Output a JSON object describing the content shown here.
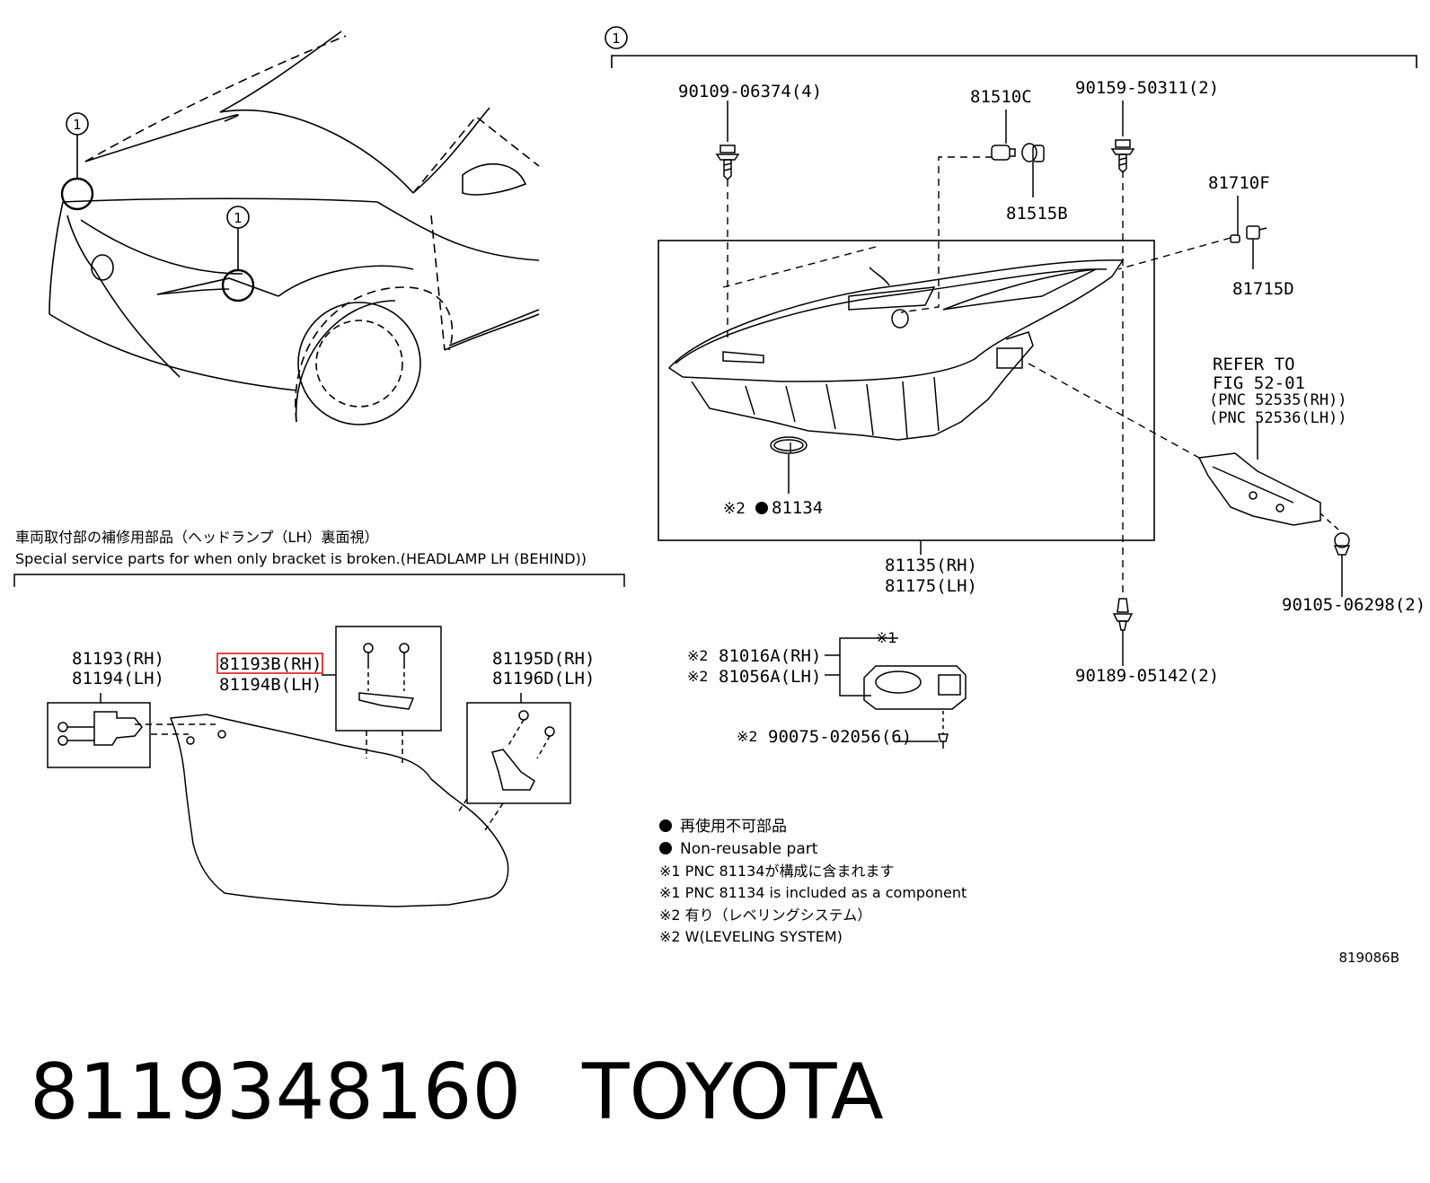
{
  "callout_numbers": {
    "main_group": "1",
    "car_upper": "1",
    "car_lower": "1"
  },
  "parts": {
    "bolt_top_left": "90109-06374(4)",
    "bulb_81510c": "81510C",
    "socket_81515b": "81515B",
    "bolt_top_right": "90159-50311(2)",
    "bulb_81710f": "81710F",
    "socket_81715d": "81715D",
    "gasket_81134_prefix": "※2",
    "gasket_81134": "81134",
    "headlamp_rh": "81135(RH)",
    "headlamp_lh": "81175(LH)",
    "bracket_refer_1": "REFER TO",
    "bracket_refer_2": "FIG 52-01",
    "bracket_refer_3": "(PNC 52535(RH))",
    "bracket_refer_4": "(PNC 52536(LH))",
    "bolt_bracket": "90105-06298(2)",
    "bolt_bottom": "90189-05142(2)",
    "actuator_note": "※1",
    "actuator_rh_prefix": "※2",
    "actuator_rh": "81016A(RH)",
    "actuator_lh_prefix": "※2",
    "actuator_lh": "81056A(LH)",
    "screw_actuator_prefix": "※2",
    "screw_actuator": "90075-02056(6)"
  },
  "service_section": {
    "title_jp": "車両取付部の補修用部品（ヘッドランプ（LH）裏面視）",
    "title_en": "Special service parts for when only bracket is broken.(HEADLAMP LH (BEHIND))",
    "part_a_rh": "81193(RH)",
    "part_a_lh": "81194(LH)",
    "part_b_rh": "81193B(RH)",
    "part_b_lh": "81194B(LH)",
    "part_c_rh": "81195D(RH)",
    "part_c_lh": "81196D(LH)"
  },
  "legend": {
    "nonreusable_jp": "再使用不可部品",
    "nonreusable_en": "Non-reusable part",
    "note1_jp": "※1 PNC 81134が構成に含まれます",
    "note1_en": "※1 PNC 81134 is included as a component",
    "note2_jp": "※2 有り（レベリングシステム）",
    "note2_en": "※2 W(LEVELING SYSTEM)"
  },
  "figure_code": "819086B",
  "footer": {
    "part_number": "8119348160",
    "brand": "TOYOTA"
  },
  "colors": {
    "line": "#000000",
    "highlight": "#e03030"
  }
}
